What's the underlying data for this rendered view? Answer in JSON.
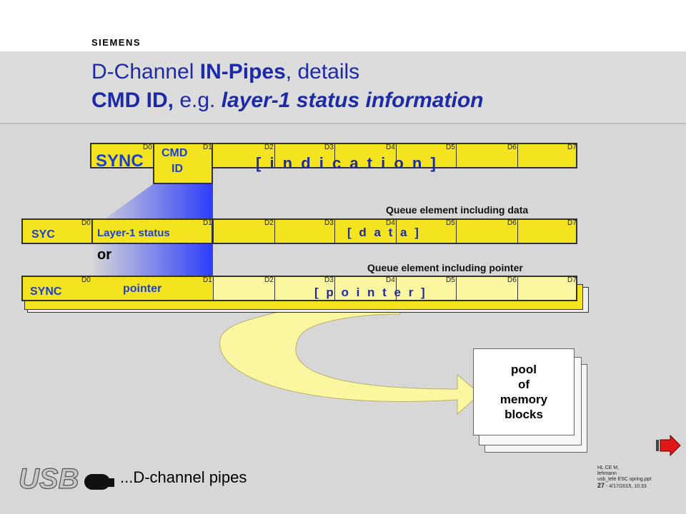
{
  "slide": {
    "logo_text": "SIEMENS",
    "title_line1_normal": "D-Channel ",
    "title_line1_bold": "IN-Pipes",
    "title_line1_rest": ", details",
    "title_line2_bold": "CMD ID,",
    "title_line2_normal": " e.g. ",
    "title_line2_italic": "layer-1 status information",
    "footer_text": "...D-channel pipes",
    "meta_lines": [
      "HL CE M,",
      "lehmann",
      "usb_tele ESC spring.ppt",
      "4/17/2015,  10:33"
    ],
    "page_number": "27",
    "page_sep": " - "
  },
  "d_labels": [
    "D0",
    "D1",
    "D2",
    "D3",
    "D4",
    "D5",
    "D6",
    "D7"
  ],
  "row1": {
    "sync": "SYNC",
    "cmd_line1": "CMD",
    "cmd_line2": "ID",
    "payload": "[ i n d i c a t i o n ]"
  },
  "row2": {
    "sync": "SYC",
    "cmd": "Layer-1 status",
    "payload": "[ d a t a ]",
    "queue_label": "Queue element including data"
  },
  "or_label": "or",
  "row3": {
    "sync": "SYNC",
    "cmd": "pointer",
    "payload": "[ p o i n t e r ]",
    "queue_label": "Queue element including pointer"
  },
  "pool": {
    "line1": "pool",
    "line2": "of",
    "line3": "memory",
    "line4": "blocks"
  },
  "colors": {
    "yellow": "#f4e41f",
    "title_blue": "#1c2aa8",
    "text_blue": "#1c3fd0",
    "gradient_blue": "#1a2cff",
    "red_arrow": "#e01818"
  }
}
